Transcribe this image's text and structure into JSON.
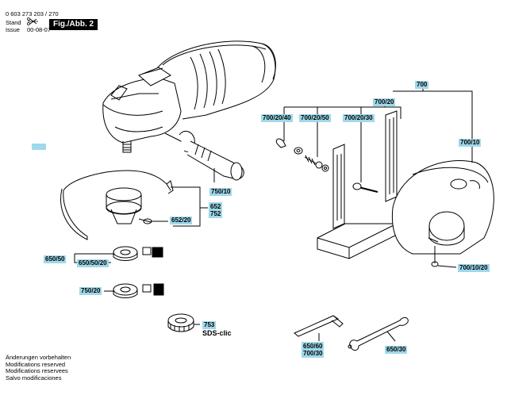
{
  "header": {
    "part_number": "0 603 273 203 / 270",
    "stand_label": "Stand",
    "issue_label": "Issue",
    "date": "00-08-07",
    "fig_label": "Fig./Abb. 2"
  },
  "labels": {
    "l700": "700",
    "l700_20": "700/20",
    "l700_20_40": "700/20/40",
    "l700_20_50": "700/20/50",
    "l700_20_30": "700/20/30",
    "l700_10": "700/10",
    "l700_10_20": "700/10/20",
    "l750_10": "750/10",
    "l652": "652",
    "l752": "752",
    "l652_20": "652/20",
    "l650_50": "650/50",
    "l650_50_20": "650/50/20",
    "l750_20": "750/20",
    "l753": "753",
    "sds": "SDS-clic",
    "l650_60": "650/60",
    "l700_30": "700/30",
    "l650_30": "650/30"
  },
  "footer": [
    "Änderungen vorbehalten",
    "Modifications reserved",
    "Modifications reservees",
    "Salvo modificaciones"
  ]
}
